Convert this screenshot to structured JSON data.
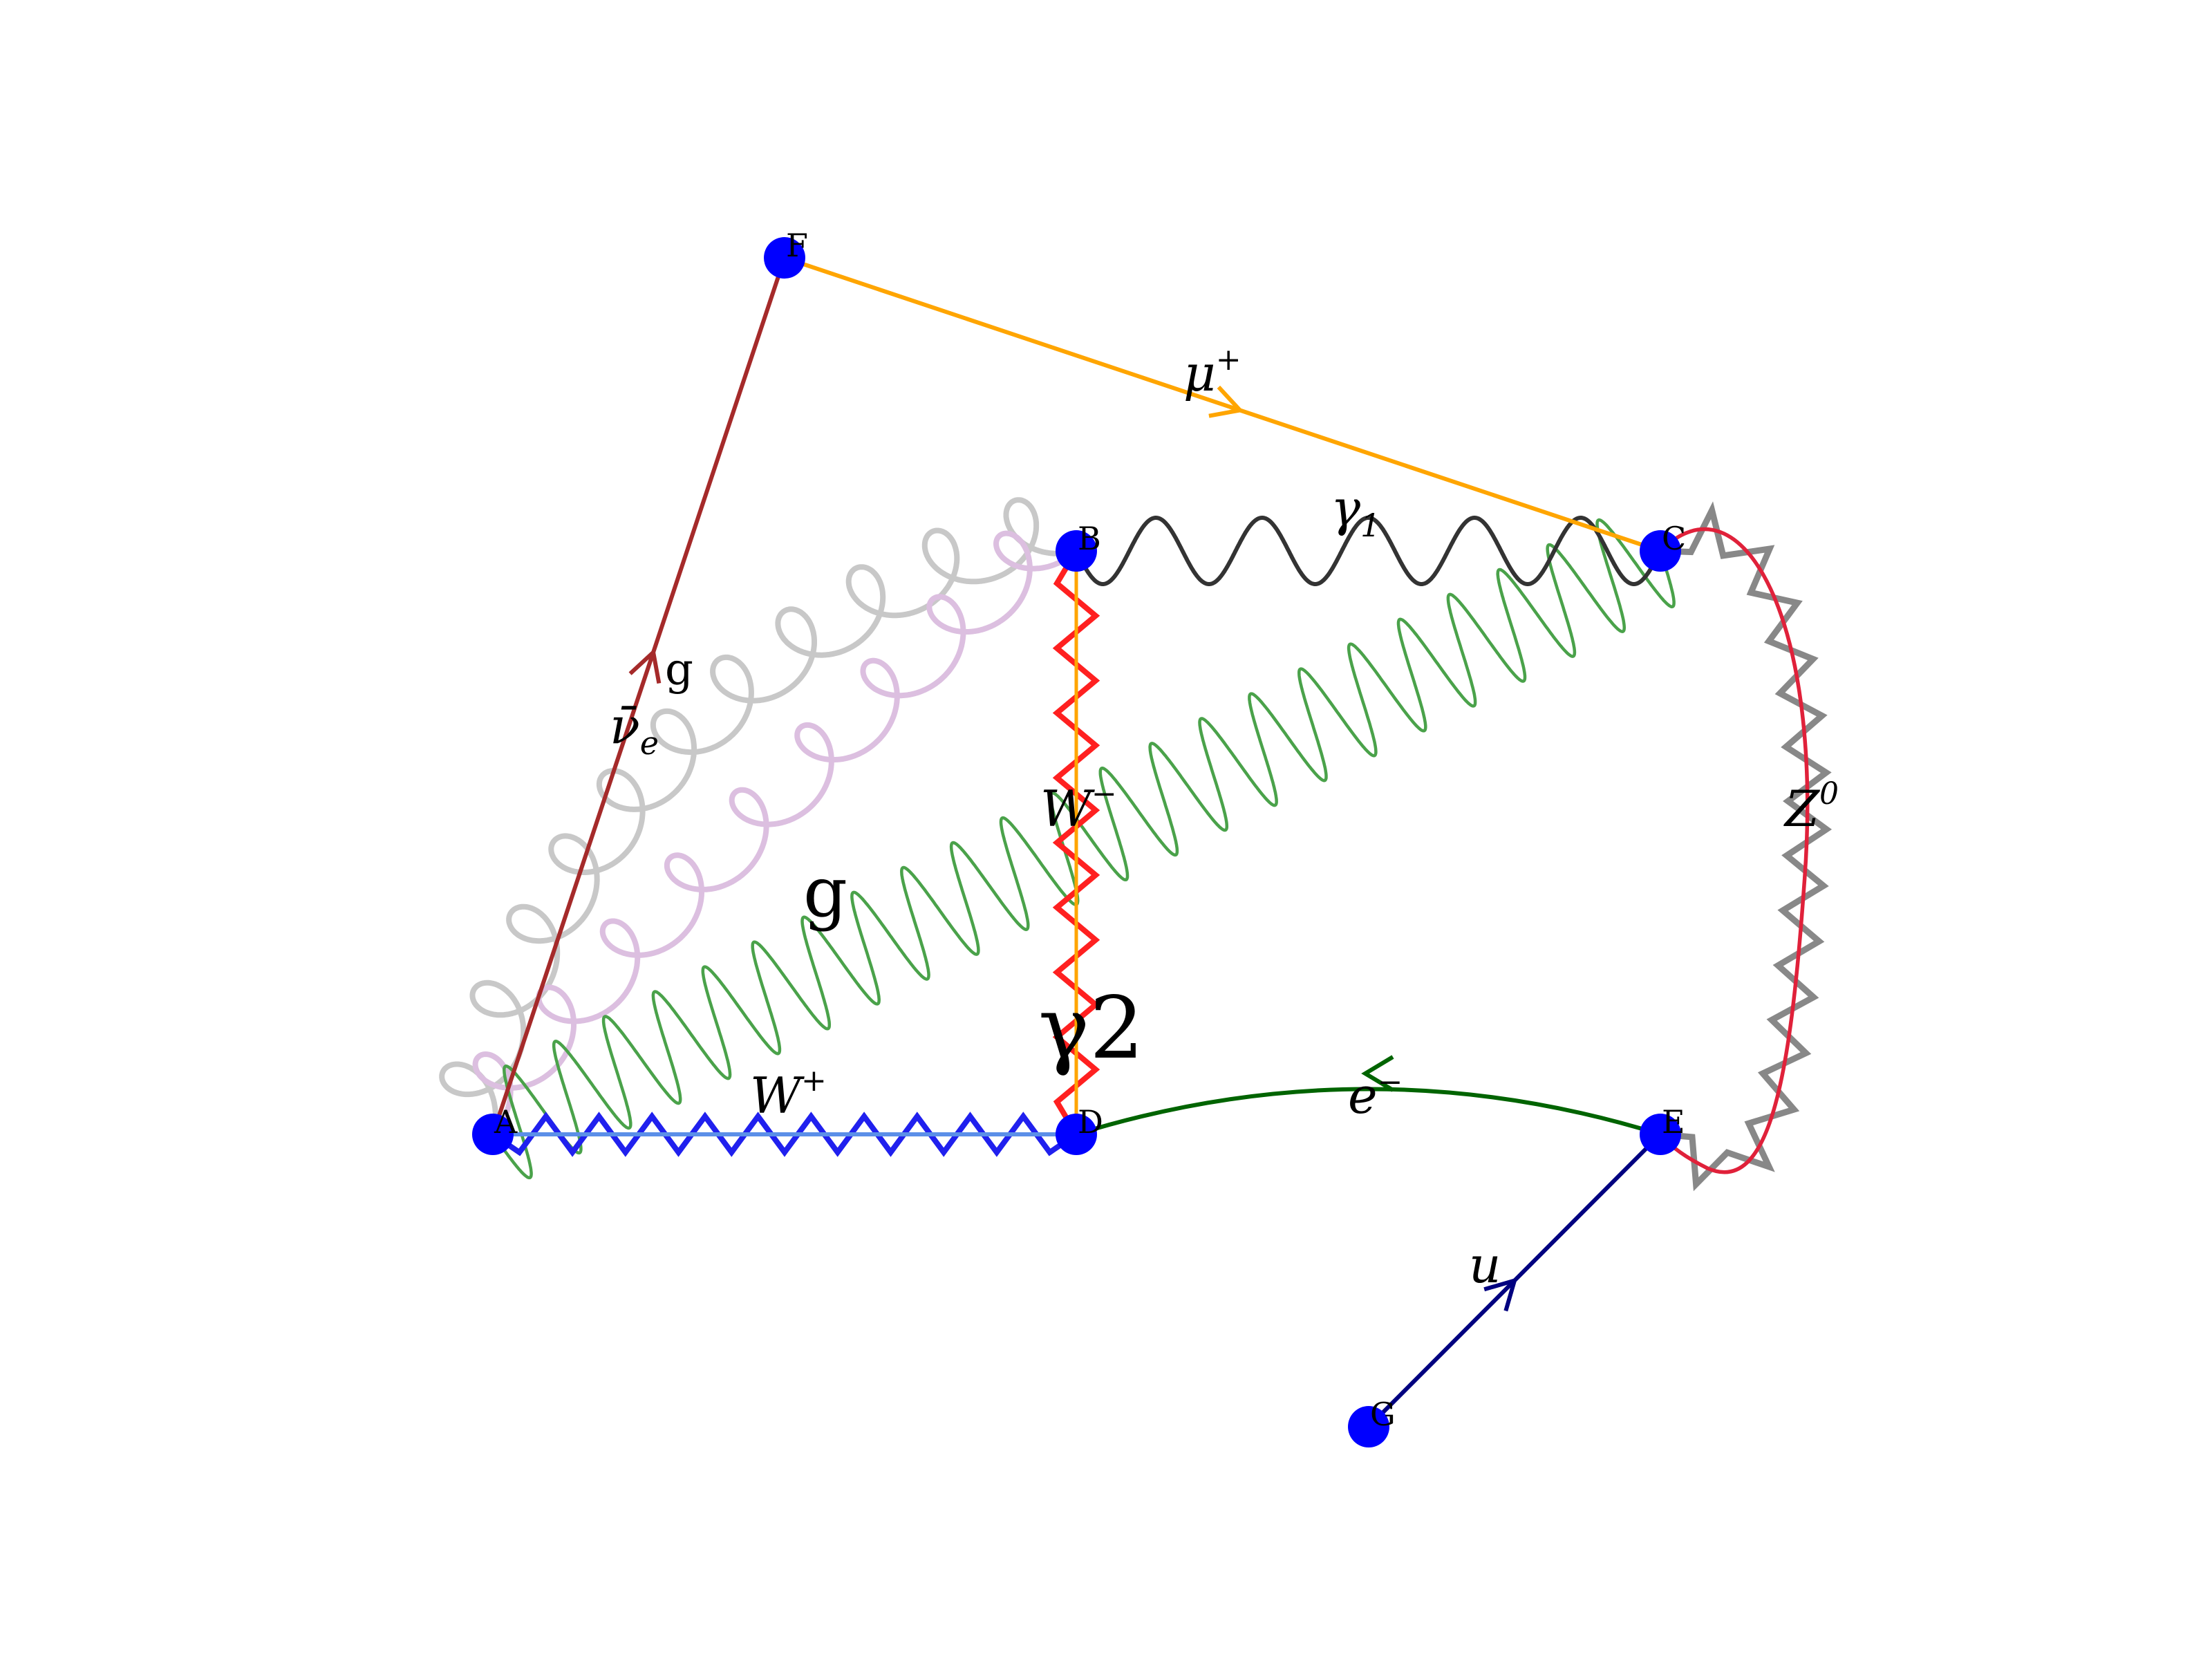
{
  "diagram": {
    "type": "feynman",
    "vertices": [
      {
        "id": "A",
        "label": "A"
      },
      {
        "id": "B",
        "label": "B"
      },
      {
        "id": "C",
        "label": "C"
      },
      {
        "id": "D",
        "label": "D"
      },
      {
        "id": "E",
        "label": "E"
      },
      {
        "id": "F",
        "label": "F"
      },
      {
        "id": "G",
        "label": "G"
      }
    ],
    "edges": [
      {
        "from": "A",
        "to": "F",
        "style": "fermion",
        "color": "#a52a2a",
        "label": "ν̄",
        "label_sub": "e"
      },
      {
        "from": "F",
        "to": "C",
        "style": "fermion",
        "color": "#ffa500",
        "label": "μ",
        "label_sup": "+"
      },
      {
        "from": "B",
        "to": "C",
        "style": "photon",
        "color": "#333333",
        "label": "γ",
        "label_sub": "1"
      },
      {
        "from": "A",
        "to": "B",
        "style": "gluon",
        "color": "#c8c8c8",
        "label": "g"
      },
      {
        "from": "A",
        "to": "B",
        "style": "gluon",
        "color": "#dcbfe0",
        "label": "g"
      },
      {
        "from": "A",
        "to": "C",
        "style": "photon",
        "color": "#4aa24a",
        "label": ""
      },
      {
        "from": "B",
        "to": "D",
        "style": "zigzag",
        "color": "#ff2020",
        "label": "W",
        "label_sup": "−"
      },
      {
        "from": "B",
        "to": "D",
        "style": "line",
        "color": "#ffa500",
        "label": "γ2"
      },
      {
        "from": "A",
        "to": "D",
        "style": "zigzag",
        "color": "#2020ee",
        "label": "W",
        "label_sup": "+"
      },
      {
        "from": "A",
        "to": "D",
        "style": "line",
        "color": "#5b8fe8",
        "label": ""
      },
      {
        "from": "E",
        "to": "D",
        "style": "fermion",
        "color": "#006400",
        "label": "e",
        "label_sup": "−"
      },
      {
        "from": "C",
        "to": "E",
        "style": "zigzag",
        "color": "#888888",
        "label": "Z",
        "label_sup": "0"
      },
      {
        "from": "C",
        "to": "E",
        "style": "line",
        "color": "#e0213a",
        "label": ""
      },
      {
        "from": "G",
        "to": "E",
        "style": "fermion",
        "color": "#000080",
        "label": "u"
      }
    ],
    "vertex_color": "#0000ff"
  }
}
